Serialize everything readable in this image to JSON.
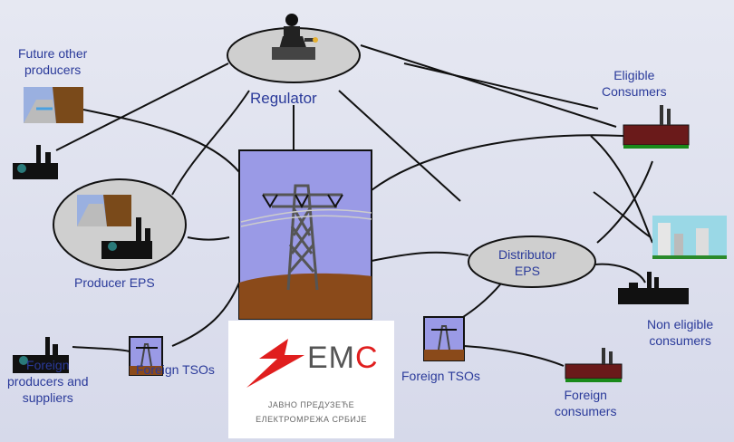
{
  "labels": {
    "regulator": "Regulator",
    "future_producers": "Future other\nproducers",
    "eligible_consumers": "Eligible\nConsumers",
    "producer_eps": "Producer EPS",
    "distributor_eps": "Distributor\nEPS",
    "non_eligible": "Non eligible\nconsumers",
    "foreign_tsos_left": "Foreign TSOs",
    "foreign_tsos_right": "Foreign TSOs",
    "foreign_producers": "Foreign\nproducers and\nsuppliers",
    "foreign_consumers": "Foreign\nconsumers"
  },
  "logo": {
    "brand_prefix": "EM",
    "brand_accent": "C",
    "line1": "ЈАВНО ПРЕДУЗЕЋЕ",
    "line2": "ЕЛЕКТРОМРЕЖА СРБИЈЕ"
  },
  "colors": {
    "label": "#2a3a9a",
    "ellipse_fill": "#cfcfcf",
    "grid_bg": "#9a9ae6",
    "logo_red": "#e01e1e"
  }
}
